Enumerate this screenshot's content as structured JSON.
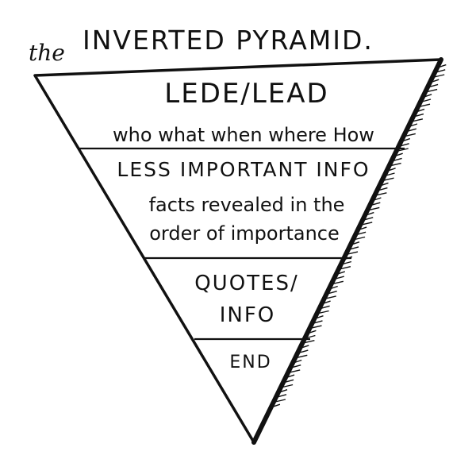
{
  "title": {
    "prefix": "the",
    "main": "INVERTED PYRAMID."
  },
  "sections": [
    {
      "heading": "LEDE/LEAD",
      "subtext": [
        "who what when where How"
      ]
    },
    {
      "heading": "LESS IMPORTANT INFO",
      "subtext": [
        "facts revealed in the",
        "order of importance"
      ]
    },
    {
      "heading": "QUOTES/",
      "subtext": [
        "INFO"
      ]
    },
    {
      "heading": "END",
      "subtext": []
    }
  ],
  "colors": {
    "ink": "#111111",
    "background": "#ffffff"
  }
}
